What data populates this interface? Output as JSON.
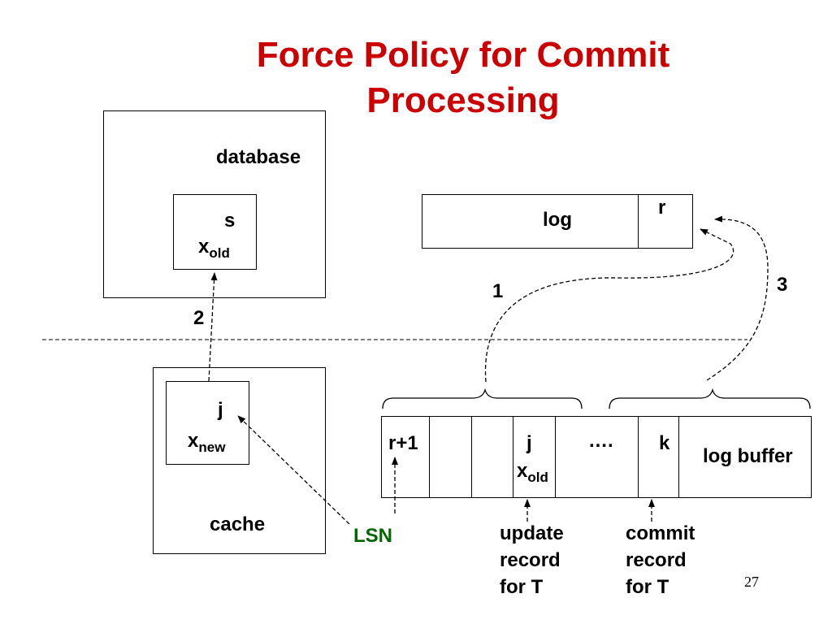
{
  "title": {
    "line1": "Force Policy for Commit",
    "line2": "Processing"
  },
  "database": {
    "label": "database",
    "page_id": "s",
    "value_var": "x",
    "value_sub": "old"
  },
  "log": {
    "label": "log",
    "tail": "r"
  },
  "cache": {
    "label": "cache",
    "page_id": "j",
    "value_var": "x",
    "value_sub": "new"
  },
  "log_buffer": {
    "label": "log buffer",
    "first_cell": "r+1",
    "update_cell": "j",
    "update_value_var": "x",
    "update_value_sub": "old",
    "ellipsis": "….",
    "commit_cell": "k"
  },
  "annotations": {
    "lsn": "LSN",
    "update_record": [
      "update",
      "record",
      "for T"
    ],
    "commit_record": [
      "commit",
      "record",
      "for T"
    ]
  },
  "steps": [
    "1",
    "2",
    "3"
  ],
  "colors": {
    "title": "#cc0000",
    "lsn": "#006600"
  },
  "page_number": "27"
}
